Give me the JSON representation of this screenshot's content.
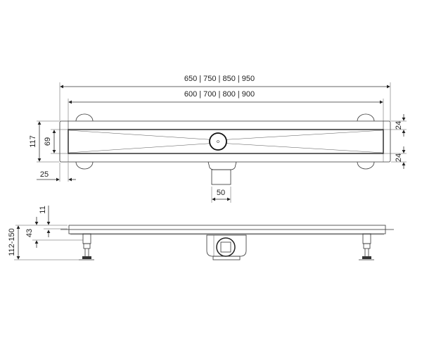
{
  "top_view": {
    "overall_length": "650 | 750 | 850 | 950",
    "channel_length": "600 | 700 | 800 | 900",
    "overall_width": "117",
    "channel_width": "69",
    "flange_offset": "25",
    "flange_top": "24",
    "flange_bottom": "24",
    "outlet_diameter": "50"
  },
  "side_view": {
    "grate_height": "11",
    "channel_height": "43",
    "total_height": "112-150"
  },
  "colors": {
    "line": "#333333",
    "background": "#ffffff"
  }
}
